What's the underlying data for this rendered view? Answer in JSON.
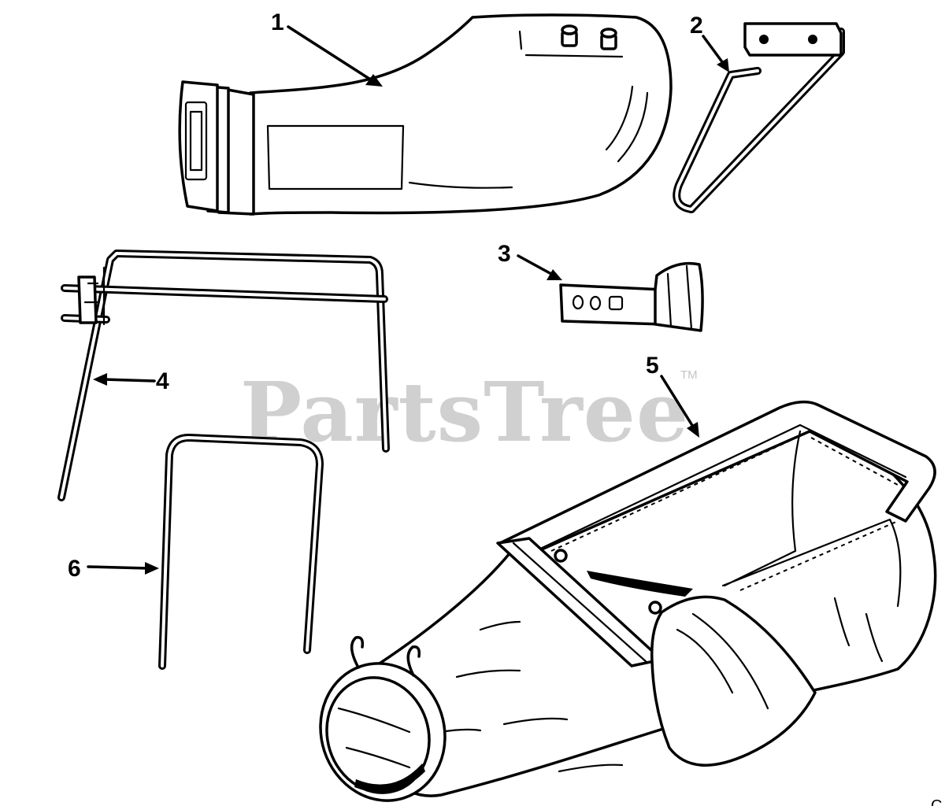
{
  "watermark": {
    "text": "PartsTree",
    "trademark": "TM"
  },
  "callouts": [
    {
      "id": "1",
      "label": "1"
    },
    {
      "id": "2",
      "label": "2"
    },
    {
      "id": "3",
      "label": "3"
    },
    {
      "id": "4",
      "label": "4"
    },
    {
      "id": "5",
      "label": "5"
    },
    {
      "id": "6",
      "label": "6"
    }
  ],
  "corner_mark": "C"
}
